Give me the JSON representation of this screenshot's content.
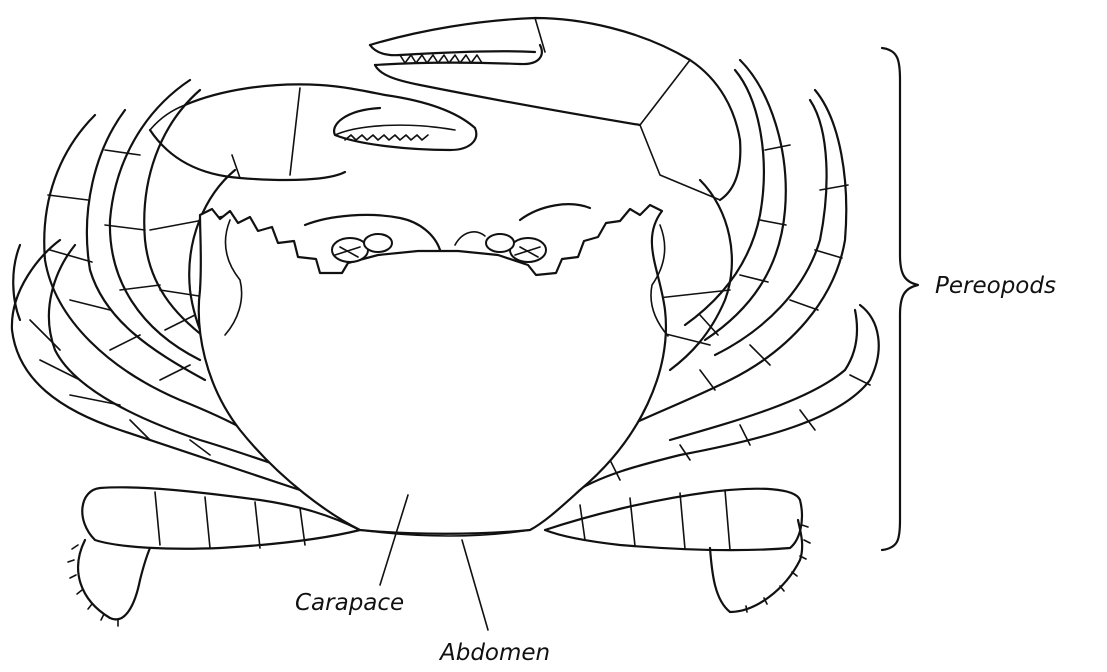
{
  "labels": {
    "pereopods": "Pereopods",
    "carapace": "Carapace",
    "abdomen": "Abdomen"
  },
  "colors": {
    "ink": "#111111",
    "background": "#ffffff"
  }
}
